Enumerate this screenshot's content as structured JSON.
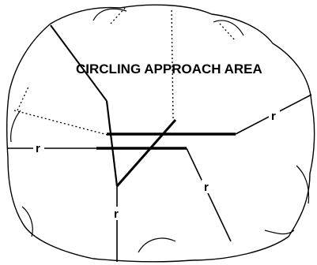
{
  "diagram": {
    "title": "CIRCLING APPROACH AREA",
    "radius_labels": {
      "upper_right": "r",
      "left": "r",
      "right": "r",
      "bottom": "r"
    },
    "colors": {
      "line": "#000000",
      "background": "#ffffff"
    }
  }
}
